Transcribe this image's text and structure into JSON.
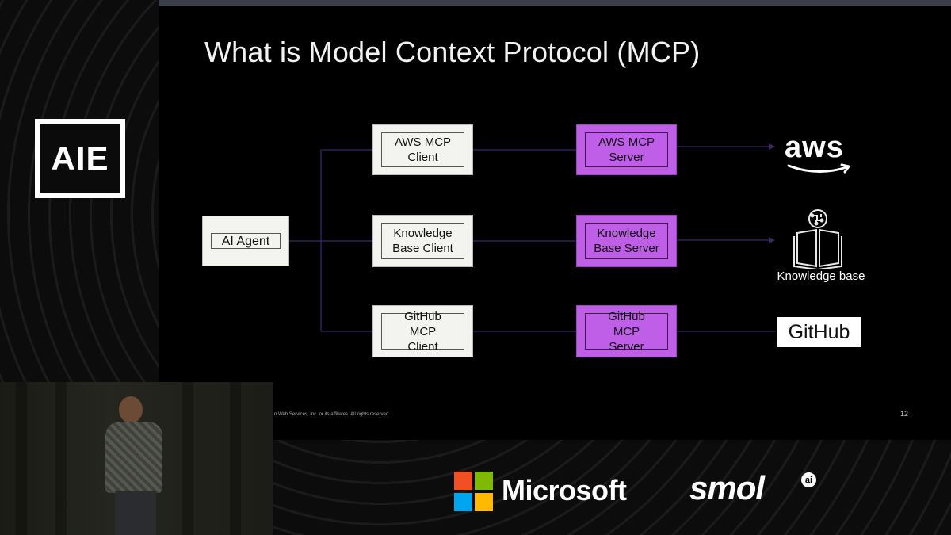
{
  "slide": {
    "title": "What is Model Context Protocol (MCP)",
    "copyright": "n Web Services, Inc. or its affiliates. All rights reserved.",
    "page_number": "12"
  },
  "diagram": {
    "agent": "AI Agent",
    "clients": [
      "AWS MCP\nClient",
      "Knowledge\nBase Client",
      "GitHub MCP\nClient"
    ],
    "servers": [
      "AWS MCP\nServer",
      "Knowledge\nBase Server",
      "GitHub MCP\nServer"
    ],
    "targets": {
      "aws": "aws",
      "knowledge_base": "Knowledge base",
      "github": "GitHub"
    },
    "colors": {
      "server_fill": "#bf5ee6",
      "client_fill": "#f3f3ef",
      "connector": "#3b2a66"
    }
  },
  "event": {
    "logo": "AIE",
    "sponsors": [
      "Microsoft",
      "smol"
    ],
    "smol_badge": "ai"
  }
}
